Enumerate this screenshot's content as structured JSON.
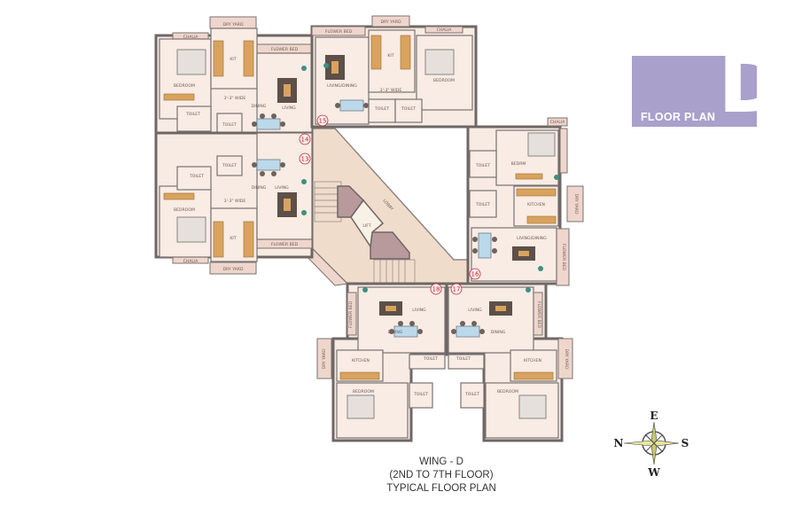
{
  "badge": {
    "label": "FLOOR PLAN",
    "letter": "D",
    "color": "#a9a0cc"
  },
  "caption": {
    "line1": "WING - D",
    "line2": "(2ND TO 7TH FLOOR)",
    "line3": "TYPICAL FLOOR PLAN"
  },
  "compass": {
    "north": "N",
    "south": "S",
    "east": "E",
    "west": "W"
  },
  "flats": {
    "f13": "13",
    "f14": "14",
    "f15": "15",
    "f16": "16",
    "f17": "17",
    "f18": "18"
  },
  "rooms": {
    "bedroom": "BEDROOM",
    "bedrm": "BEDRM",
    "kit": "KIT",
    "kitchen": "KITCHEN",
    "dry_yard": "DRY YARD",
    "chalia": "CHALIA",
    "flower_bed": "FLOWER BED",
    "living": "LIVING",
    "dining": "DINING",
    "living_dining": "LIVING/DINING",
    "toilet": "TOILET",
    "passage": "3'-3\" WIDE",
    "lobby": "LOBBY",
    "lift": "LIFT"
  },
  "colors": {
    "wall": "#6e6766",
    "floor": "#f8ece4",
    "counter": "#d9a35e",
    "lobby": "#f0dccb",
    "lift": "#b8999c",
    "flat_number": "#c0282d"
  }
}
